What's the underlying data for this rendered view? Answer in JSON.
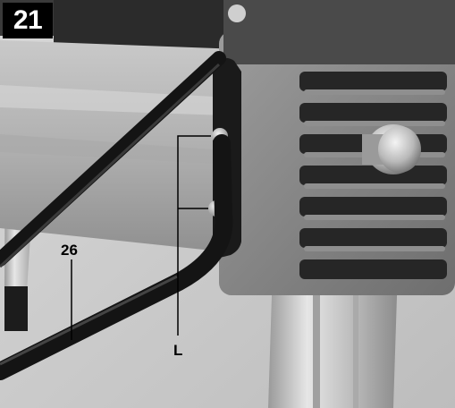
{
  "figure": {
    "number": "21",
    "callouts": {
      "part_26": "26",
      "part_l": "L"
    }
  },
  "colors": {
    "badge_background": "#000000",
    "badge_text": "#ffffff",
    "callout_text": "#000000"
  }
}
